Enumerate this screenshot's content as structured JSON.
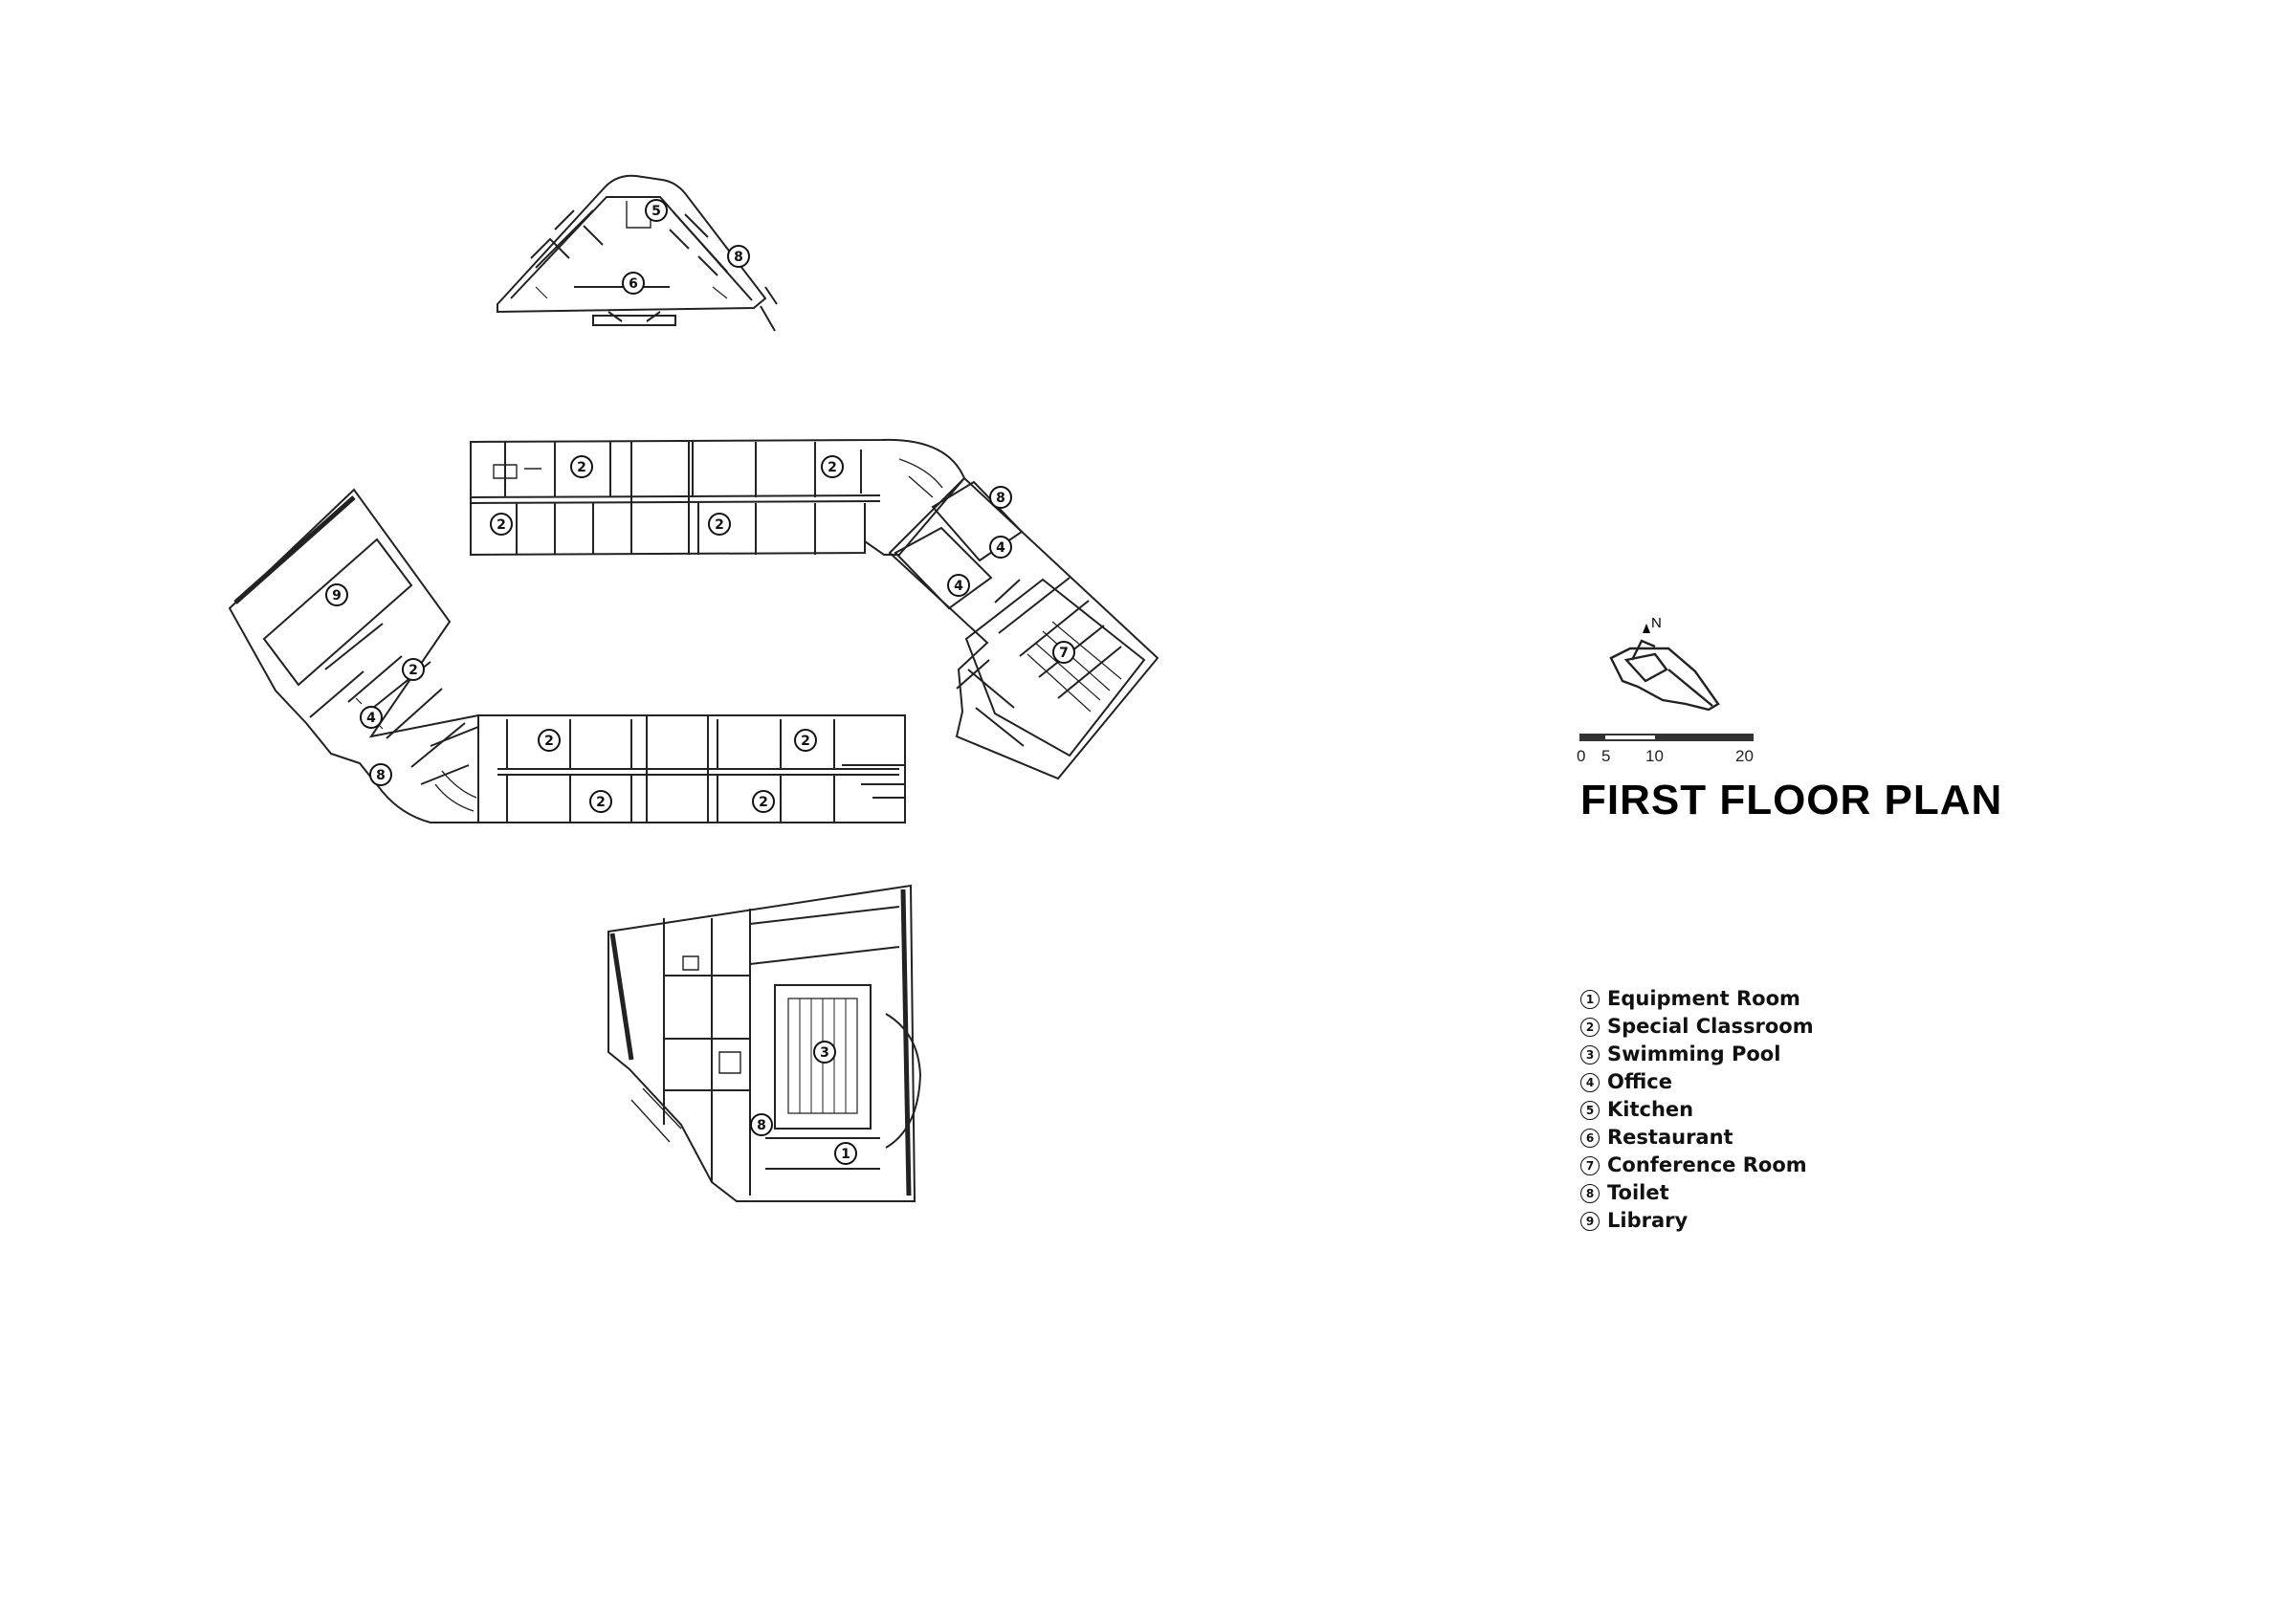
{
  "title": "FIRST FLOOR PLAN",
  "north": "N",
  "scale": {
    "ticks": [
      "0",
      "5",
      "10",
      "20"
    ]
  },
  "legend": [
    {
      "num": "1",
      "label": "Equipment Room"
    },
    {
      "num": "2",
      "label": "Special Classroom"
    },
    {
      "num": "3",
      "label": "Swimming Pool"
    },
    {
      "num": "4",
      "label": "Office"
    },
    {
      "num": "5",
      "label": "Kitchen"
    },
    {
      "num": "6",
      "label": "Restaurant"
    },
    {
      "num": "7",
      "label": "Conference Room"
    },
    {
      "num": "8",
      "label": "Toilet"
    },
    {
      "num": "9",
      "label": " Library"
    }
  ],
  "room_markers": [
    "5",
    "8",
    "6",
    "2",
    "2",
    "2",
    "2",
    "8",
    "4",
    "4",
    "7",
    "9",
    "2",
    "4",
    "8",
    "2",
    "2",
    "2",
    "2",
    "3",
    "8",
    "1"
  ],
  "colors": {
    "line": "#222222",
    "background": "#ffffff",
    "scale_bar": "#333333"
  }
}
